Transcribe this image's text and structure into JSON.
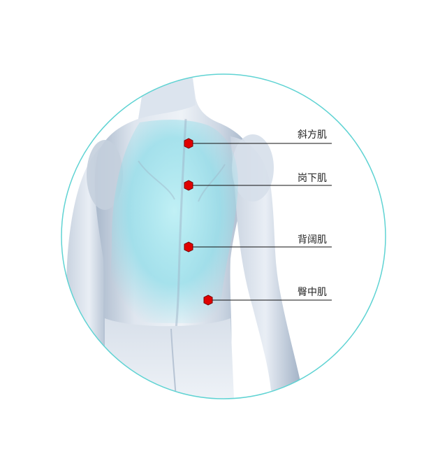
{
  "diagram": {
    "colors": {
      "circle_stroke": "#5fd3d3",
      "skin_light": "#e6ecf3",
      "skin_mid": "#b9c6d6",
      "skin_shadow": "#8f9fb3",
      "muscle_highlight": "#7ed8e6",
      "marker_fill": "#e00000",
      "marker_stroke": "#7a0000",
      "leader_line": "#111111"
    },
    "markers": [
      {
        "label": "斜方肌",
        "icon": "red-hexagon-marker"
      },
      {
        "label": "岗下肌",
        "icon": "red-hexagon-marker"
      },
      {
        "label": "背阔肌",
        "icon": "red-hexagon-marker"
      },
      {
        "label": "臀中肌",
        "icon": "red-hexagon-marker"
      }
    ]
  }
}
